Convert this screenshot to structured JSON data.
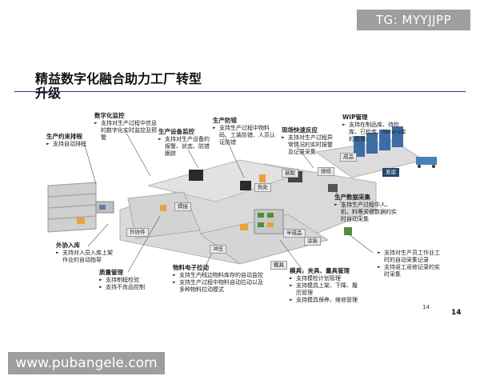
{
  "watermarks": {
    "top": "TG: MYYJJPP",
    "bottom": "www.pubangele.com"
  },
  "slide": {
    "title": "精益数字化融合助力工厂转型升级",
    "page_number_small": "14",
    "page_number": "14"
  },
  "callouts": {
    "production_schedule": {
      "title": "生产约束排程",
      "bullets": [
        "支持自动排程"
      ]
    },
    "digital_monitor": {
      "title": "数字化监控",
      "bullets": [
        "支持对生产过程中信息的数字化实时监控及预警"
      ]
    },
    "equipment_monitor": {
      "title": "生产设备监控",
      "bullets": [
        "支持对生产设备的报警、状态、防错跟踪"
      ]
    },
    "error_proof": {
      "title": "生产防错",
      "bullets": [
        "支持生产过程中物料码、工装防错、人员认证防错"
      ]
    },
    "on_site_response": {
      "title": "现场快速反应",
      "bullets": [
        "支持对生产过程异常情况的实时报警及记录采集"
      ]
    },
    "wip_management": {
      "title": "WIP管理",
      "bullets": [
        "支持在制品库、待检库、已检库、library库的管理"
      ]
    },
    "data_collection": {
      "title": "生产数据采集",
      "bullets": [
        "支持生产过程中人、机、料等关键数据的实时自动采集"
      ]
    },
    "inbound": {
      "title": "外协入库",
      "bullets": [
        "支持对入员入库上架作业的自动指导"
      ]
    },
    "quality": {
      "title": "质量管理",
      "bullets": [
        "支持制程检验",
        "支持不良品控制"
      ]
    },
    "material_pull": {
      "title": "物料电子拉动",
      "bullets": [
        "支持生产线边物料库存的自动监控",
        "支持生产过程中物料自动拉动以及多种物料拉动模式"
      ]
    },
    "tooling": {
      "title": "模具、夹具、量具管理",
      "bullets": [
        "支持模检计划管理",
        "支持模具上架、下降、履历管理",
        "支持模具保养、维修管理"
      ]
    },
    "labor": {
      "title": "",
      "bullets": [
        "支持对生产员工作业工时的自动采集记录",
        "支持返工返修记录的实时采集"
      ]
    }
  },
  "zones": {
    "outsource": "外协件",
    "welding": "焊接",
    "hot_section": "热处",
    "assembly": "装配",
    "anneal": "烧结",
    "finished": "成品",
    "delivery": "发运",
    "stamping": "冲压",
    "semi_finished": "半成品",
    "painting": "涂装",
    "fixture": "模具"
  },
  "colors": {
    "rule": "#1f3d7a",
    "floor": "#d9d9d9",
    "floor_edge": "#b3b3b3",
    "rack_blue": "#3b6ea5",
    "robot_dark": "#2b2b2b",
    "accent_orange": "#e8a23a",
    "accent_green": "#4d8f3a"
  }
}
